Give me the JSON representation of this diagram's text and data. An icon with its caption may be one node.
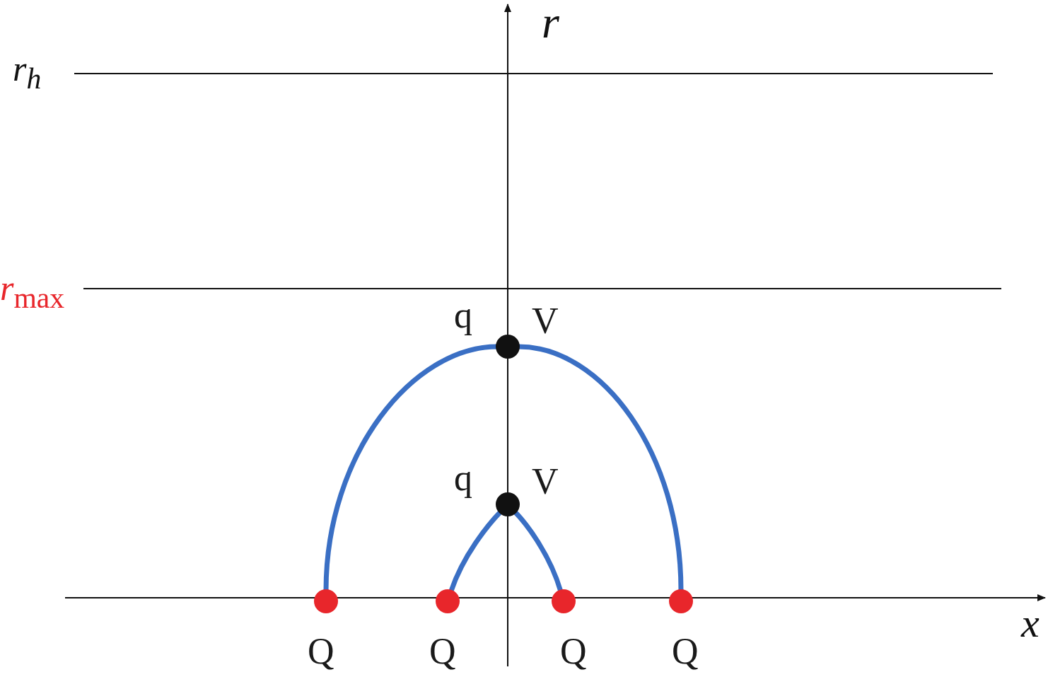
{
  "diagram": {
    "nodes": [
      {
        "text": [],
        "shape": "circle",
        "beside": [
          "q",
          "V"
        ]
      },
      {
        "text": [],
        "shape": "circle",
        "beside": [
          "q",
          "V"
        ]
      },
      {
        "text": [],
        "shape": "circle",
        "beside": [
          "Q"
        ]
      },
      {
        "text": [],
        "shape": "circle",
        "beside": [
          "Q"
        ]
      },
      {
        "text": [],
        "shape": "circle",
        "beside": [
          "Q"
        ]
      },
      {
        "text": [],
        "shape": "circle",
        "beside": [
          "Q"
        ]
      }
    ],
    "edges": [
      {
        "from": 2,
        "to": 0,
        "arrow": "none"
      },
      {
        "from": 5,
        "to": 0,
        "arrow": "none"
      },
      {
        "from": 3,
        "to": 1,
        "arrow": "none"
      },
      {
        "from": 4,
        "to": 1,
        "arrow": "none"
      }
    ],
    "labels": [
      "r",
      "r$_{h}$",
      "*r*$_{max}$",
      "x"
    ]
  }
}
